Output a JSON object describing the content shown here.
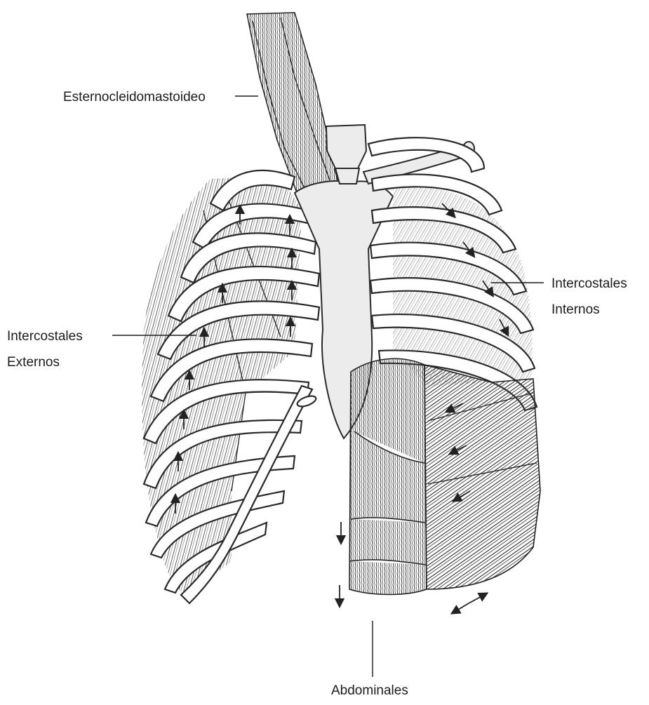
{
  "labels": {
    "scm": "Esternocleidomastoideo",
    "internal_line1": "Intercostales",
    "internal_line2": "Internos",
    "external_line1": "Intercostales",
    "external_line2": "Externos",
    "abdominals": "Abdominales"
  },
  "colors": {
    "ink": "#1c1c1c",
    "bone": "#ececec",
    "background": "#ffffff"
  }
}
